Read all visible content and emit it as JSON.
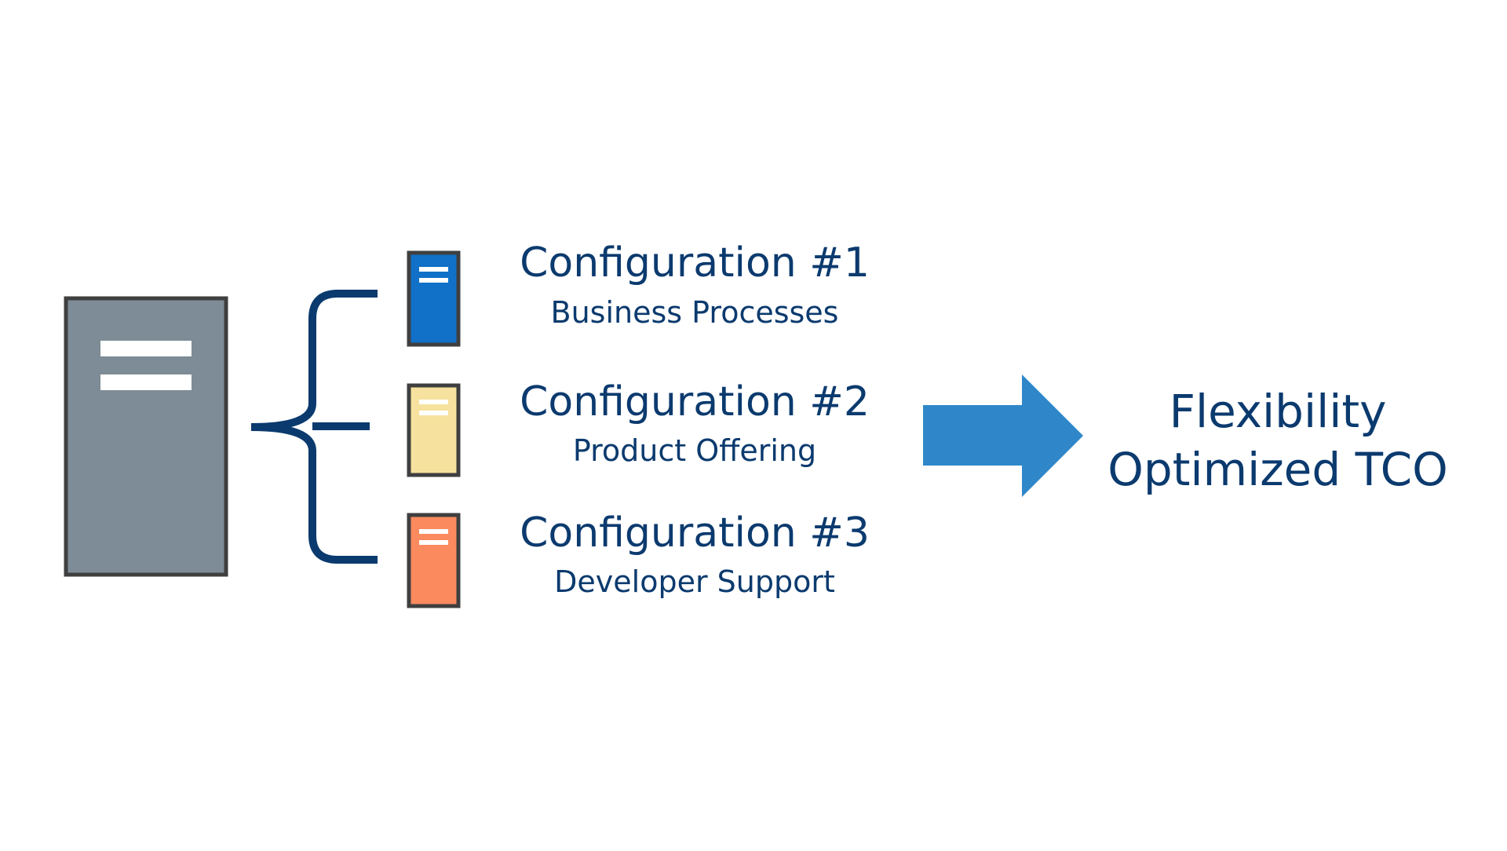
{
  "colors": {
    "text": "#0b3a6e",
    "brace": "#0b3a6e",
    "arrow": "#2f87c9",
    "main_server": "#7d8c96",
    "outline": "#3f3f3f",
    "slot": "#ffffff"
  },
  "icons": {
    "main": "server-icon",
    "small": "server-icon",
    "arrow": "right-arrow-icon",
    "brace": "curly-brace-icon"
  },
  "configurations": [
    {
      "title": "Configuration  #1",
      "subtitle": "Business Processes",
      "color": "#1170c8"
    },
    {
      "title": "Configuration #2",
      "subtitle": "Product Offering",
      "color": "#f6e29e"
    },
    {
      "title": "Configuration #3",
      "subtitle": "Developer Support",
      "color": "#fb8a5f"
    }
  ],
  "outcome": {
    "lines": [
      "Flexibility",
      "Optimized TCO"
    ]
  }
}
